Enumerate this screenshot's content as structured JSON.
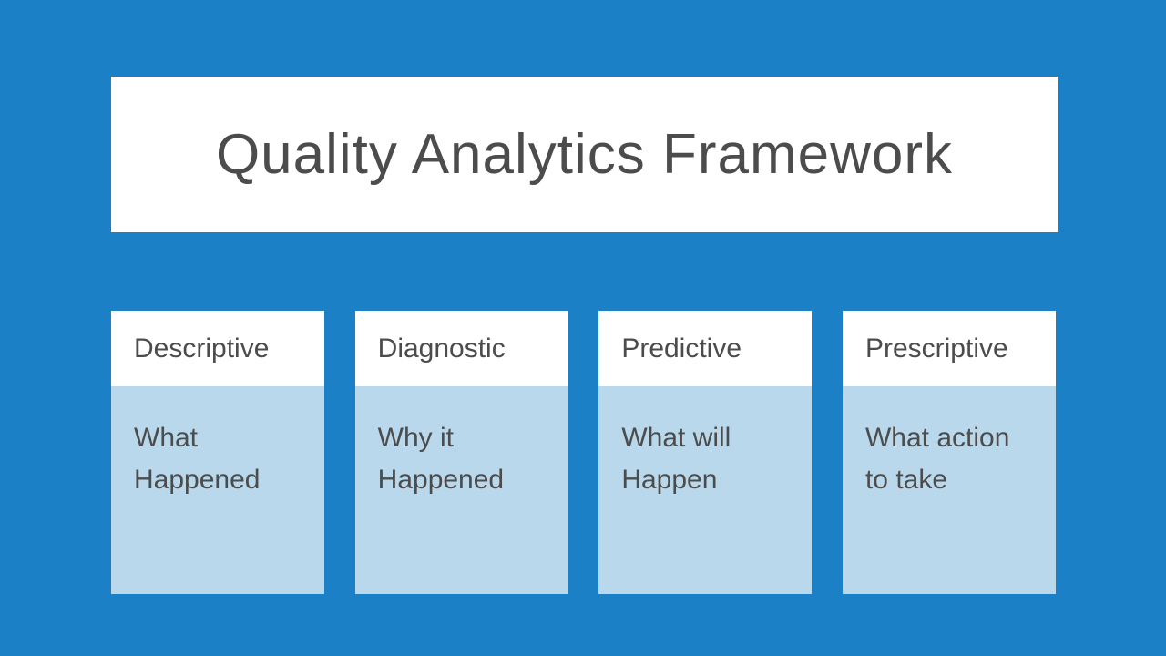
{
  "slide": {
    "title": "Quality Analytics Framework"
  },
  "cards": [
    {
      "header": "Descriptive",
      "body_line1": "What",
      "body_line2": "Happened"
    },
    {
      "header": "Diagnostic",
      "body_line1": "Why it",
      "body_line2": "Happened"
    },
    {
      "header": "Predictive",
      "body_line1": "What will",
      "body_line2": "Happen"
    },
    {
      "header": "Prescriptive",
      "body_line1": "What action",
      "body_line2": "to take"
    }
  ],
  "colors": {
    "background": "#1B80C5",
    "title_box_bg": "#FFFFFF",
    "card_header_bg": "#FFFFFF",
    "card_body_bg": "#B9D8EC",
    "text": "#4C4C4C"
  }
}
